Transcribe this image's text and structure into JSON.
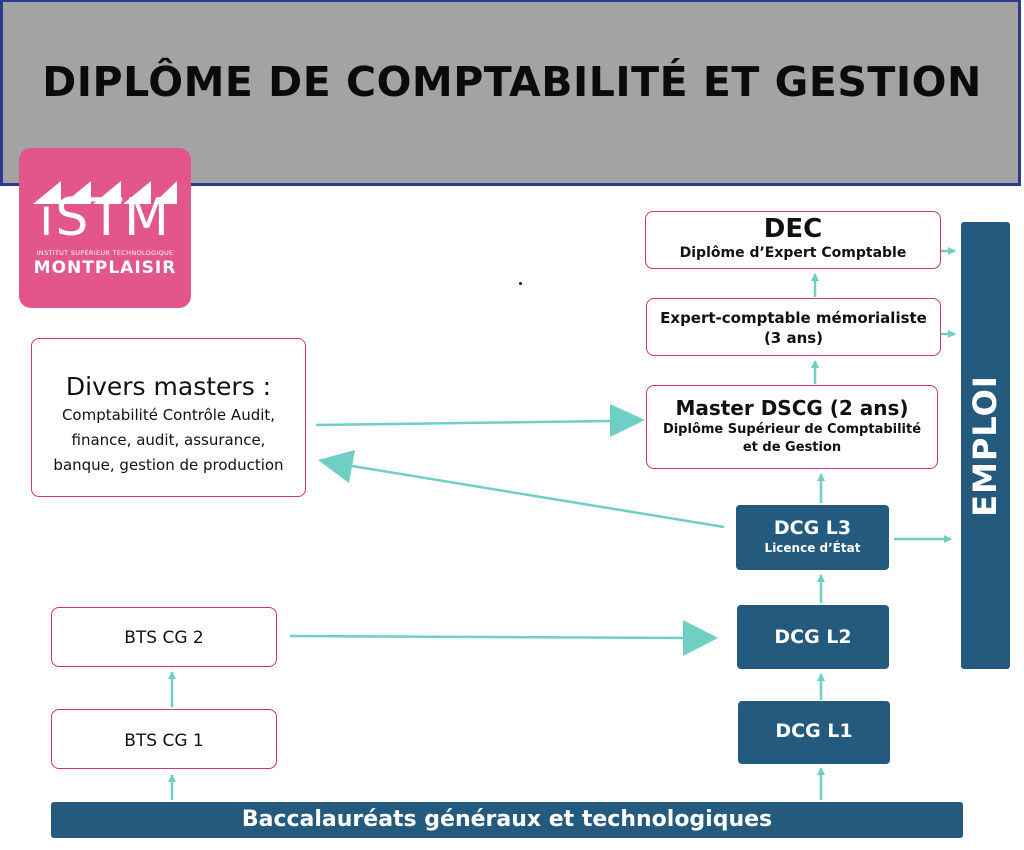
{
  "header": {
    "title": "DIPLÔME DE COMPTABILITÉ ET GESTION"
  },
  "logo": {
    "word": "iSTM",
    "subtitle": "INSTITUT SUPÉRIEUR TECHNOLOGIQUE",
    "place": "MONTPLAISIR"
  },
  "boxes": {
    "dec": {
      "title": "DEC",
      "subtitle": "Diplôme d’Expert Comptable"
    },
    "memorialiste": {
      "title": "Expert-comptable mémorialiste",
      "subtitle": "(3 ans)"
    },
    "dscg": {
      "title": "Master DSCG (2 ans)",
      "line1": "Diplôme  Supérieur de Comptabilité",
      "line2": "et de Gestion"
    },
    "masters": {
      "title": "Divers masters :",
      "line1": "Comptabilité Contrôle Audit,",
      "line2": "finance, audit, assurance,",
      "line3": "banque, gestion de production"
    },
    "bts2": {
      "label": "BTS CG 2"
    },
    "bts1": {
      "label": "BTS CG 1"
    },
    "dcg3": {
      "title": "DCG L3",
      "subtitle": "Licence d’État"
    },
    "dcg2": {
      "title": "DCG L2"
    },
    "dcg1": {
      "title": "DCG L1"
    }
  },
  "emploi": {
    "label": "EMPLOI"
  },
  "bac": {
    "label": "Baccalauréats généraux et technologiques"
  },
  "colors": {
    "header_bg": "#a3a3a3",
    "header_border": "#2b3a8c",
    "logo_bg": "#e2568b",
    "box_border": "#d4336e",
    "dark_fill": "#245a7d",
    "arrow": "#6fcfc4"
  }
}
